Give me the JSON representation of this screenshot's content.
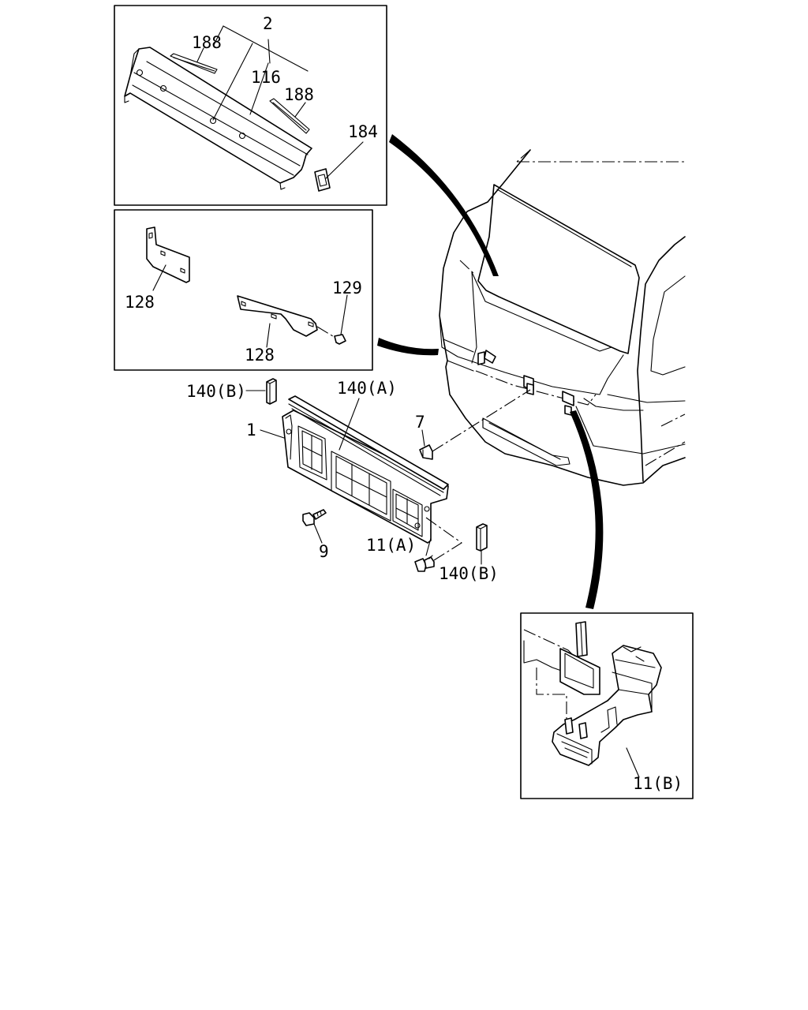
{
  "callouts": {
    "c2": "2",
    "c188_left": "188",
    "c116": "116",
    "c188_right": "188",
    "c184": "184",
    "c129": "129",
    "c128_upper": "128",
    "c128_lower": "128",
    "c140b_top": "140(B)",
    "c140a": "140(A)",
    "c1": "1",
    "c7": "7",
    "c9": "9",
    "c11a": "11(A)",
    "c140b_bottom": "140(B)",
    "c11b": "11(B)"
  }
}
